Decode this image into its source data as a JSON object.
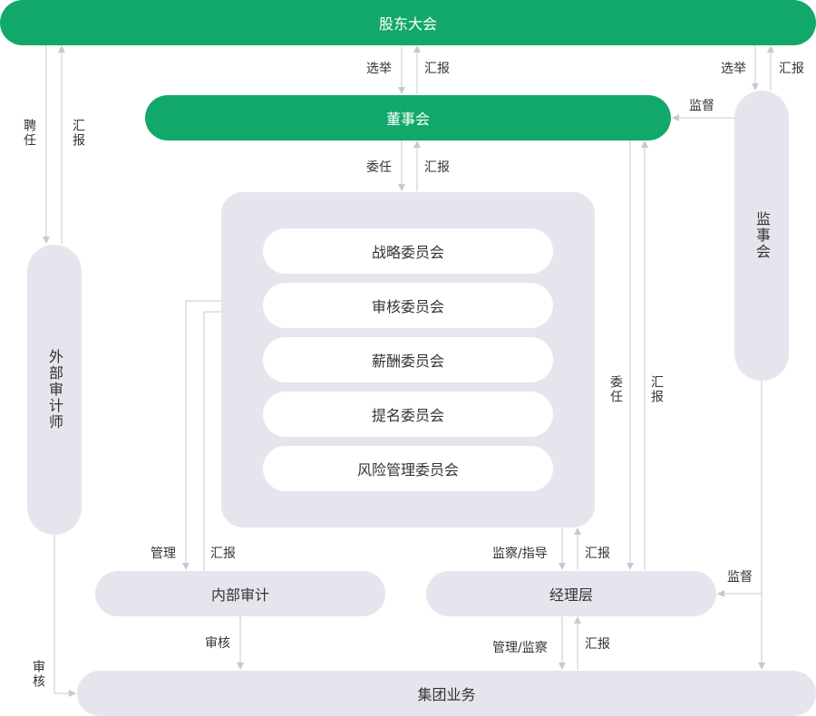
{
  "nodes": {
    "shareholders": "股东大会",
    "board": "董事会",
    "supervisory": "监事会",
    "external_auditor": "外部审计师",
    "internal_audit": "内部审计",
    "management": "经理层",
    "group_business": "集团业务"
  },
  "committees": [
    "战略委员会",
    "审核委员会",
    "薪酬委员会",
    "提名委员会",
    "风险管理委员会"
  ],
  "labels": {
    "elect": "选举",
    "report": "汇报",
    "appoint": "委任",
    "hire": "聘任",
    "supervise": "监督",
    "manage": "管理",
    "audit": "审核",
    "supervise_guide": "监察/指导",
    "manage_supervise": "管理/监察"
  },
  "colors": {
    "primary": "#12a86b",
    "secondary": "#e5e5ee",
    "connector": "#c8c8d0"
  }
}
